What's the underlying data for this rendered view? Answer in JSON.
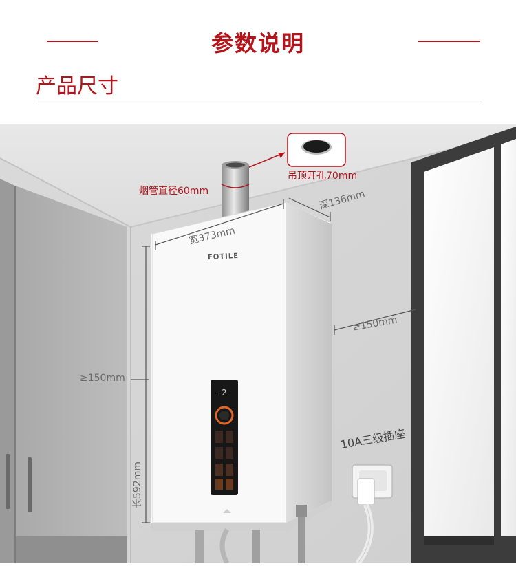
{
  "header": {
    "title": "参数说明",
    "subtitle": "产品尺寸"
  },
  "product": {
    "brand": "FOTILE",
    "display_value": "-2-"
  },
  "dimensions": {
    "flue_diameter": "烟管直径60mm",
    "ceiling_hole": "吊顶开孔70mm",
    "depth": "深136mm",
    "width": "宽373mm",
    "clearance_left": "≥150mm",
    "clearance_right": "≥150mm",
    "length": "长592mm",
    "socket": "10A三级插座"
  },
  "colors": {
    "accent": "#b4141a",
    "wall": "#d6d6d6",
    "window_frame": "#3c3c3c"
  }
}
